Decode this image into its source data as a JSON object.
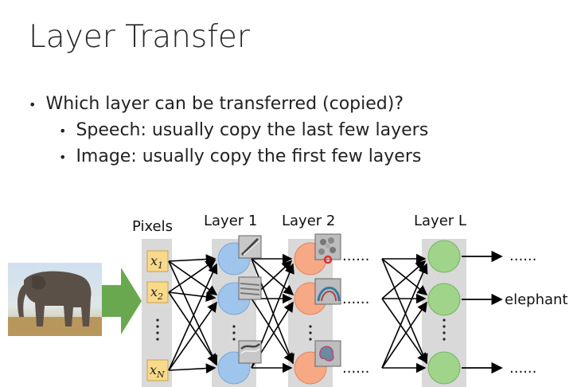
{
  "slide": {
    "title": "Layer Transfer",
    "bullets": [
      {
        "text": "Which layer can be transferred (copied)?",
        "level": 1
      },
      {
        "text": "Speech: usually copy the last few layers",
        "level": 2
      },
      {
        "text": "Image: usually copy the first few layers",
        "level": 2
      }
    ]
  },
  "diagram": {
    "labels": {
      "pixels": "Pixels",
      "layer1": "Layer 1",
      "layer2": "Layer 2",
      "layerL": "Layer L"
    },
    "inputs": {
      "x1": {
        "var": "x",
        "sub": "1"
      },
      "x2": {
        "var": "x",
        "sub": "2"
      },
      "xN": {
        "var": "x",
        "sub": "N"
      }
    },
    "ellipsis": "......",
    "outputs": [
      "......",
      "elephant",
      "......"
    ],
    "colors": {
      "input_box": "#f9d98a",
      "layer1_node": "#9fc5ec",
      "layer2_node": "#f7a884",
      "layerL_node": "#9fd48a",
      "panel": "#d9d9d9",
      "arrow": "#6aa84f"
    }
  }
}
